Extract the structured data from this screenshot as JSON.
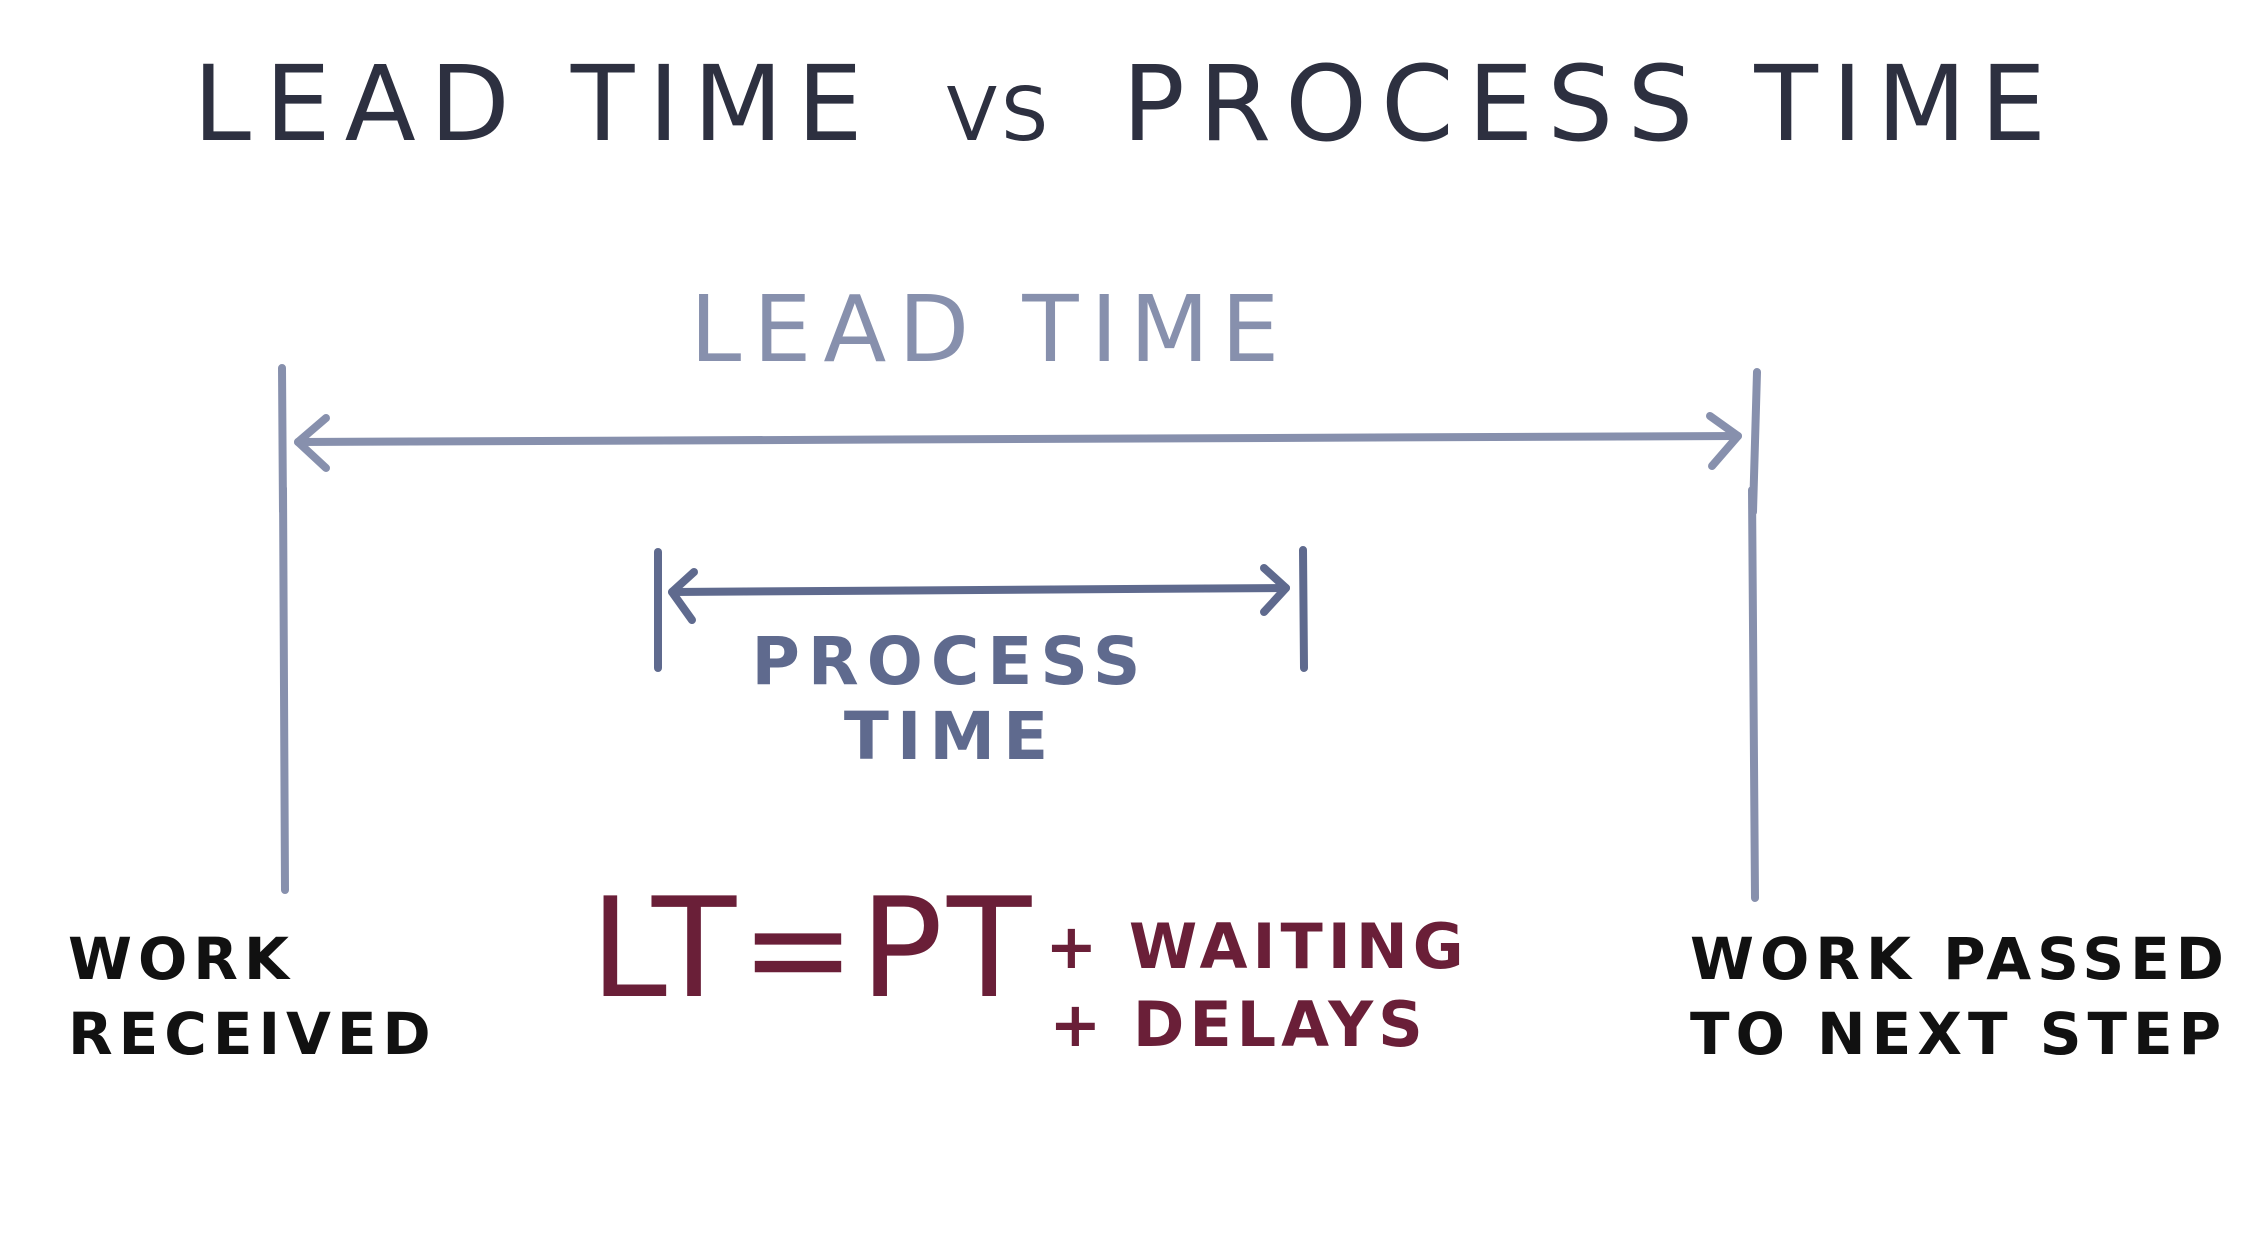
{
  "title": {
    "left": "LEAD TIME",
    "vs": "vs",
    "right": "PROCESS TIME"
  },
  "lead_time_label": "LEAD TIME",
  "process_time_label": {
    "line1": "PROCESS",
    "line2": "TIME"
  },
  "start_label": {
    "line1": "WORK",
    "line2": "RECEIVED"
  },
  "end_label": {
    "line1": "WORK PASSED",
    "line2": "TO NEXT STEP"
  },
  "formula": {
    "lhs": "LT=PT",
    "term1": "+ WAITING",
    "term2": "+ DELAYS"
  },
  "colors": {
    "title": "#2d3040",
    "lead_time": "#8790ad",
    "process_time": "#5f6a8e",
    "labels": "#111111",
    "formula": "#6a1f38"
  }
}
